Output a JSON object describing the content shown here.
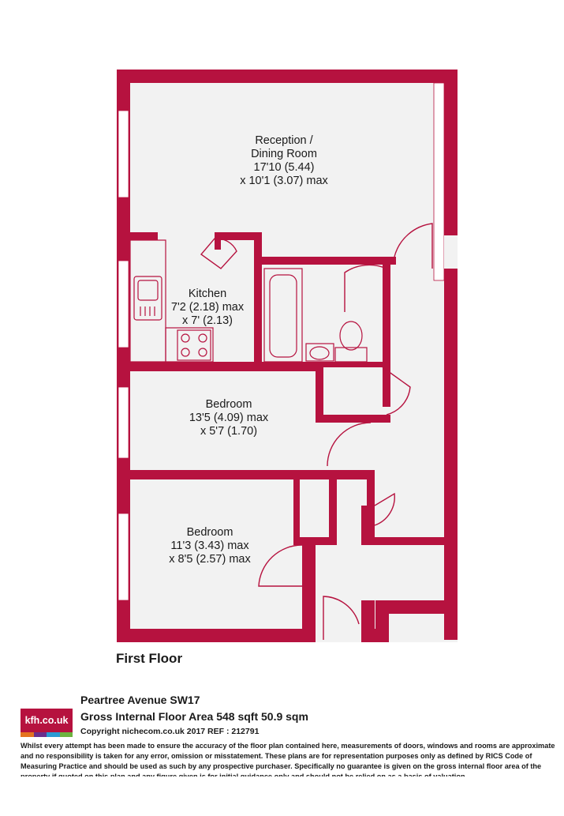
{
  "colors": {
    "wall": "#b6123f",
    "floor": "#f2f2f2",
    "fixture": "#b6123f"
  },
  "rooms": {
    "reception": {
      "line1": "Reception /",
      "line2": "Dining Room",
      "line3": "17'10 (5.44)",
      "line4": "x 10'1 (3.07) max"
    },
    "kitchen": {
      "line1": "Kitchen",
      "line2": "7'2 (2.18) max",
      "line3": "x 7' (2.13)"
    },
    "bedroom1": {
      "line1": "Bedroom",
      "line2": "13'5 (4.09) max",
      "line3": "x 5'7 (1.70)"
    },
    "bedroom2": {
      "line1": "Bedroom",
      "line2": "11'3 (3.43) max",
      "line3": "x 8'5 (2.57) max"
    }
  },
  "floor_title": "First Floor",
  "logo": {
    "text": "kfh.co.uk",
    "bar_colors": [
      "#e4731f",
      "#6b2f8c",
      "#2b9bd3",
      "#6db33f"
    ]
  },
  "footer": {
    "address": "Peartree Avenue  SW17",
    "area": "Gross Internal Floor Area 548 sqft 50.9 sqm",
    "copyright": "Copyright nichecom.co.uk 2017 REF : 212791",
    "disclaimer": "Whilst every attempt has been made to ensure the accuracy of the floor plan contained here, measurements of doors, windows and rooms are approximate and no responsibility is taken for any error, omission or misstatement.  These plans are for representation purposes only as defined by RICS Code of Measuring Practice and should be used as such by any prospective purchaser.  Specifically no guarantee is given on the gross internal floor area of the property if quoted on this plan and any figure given is for initial guidance only and should not be relied on as a basis of valuation."
  }
}
